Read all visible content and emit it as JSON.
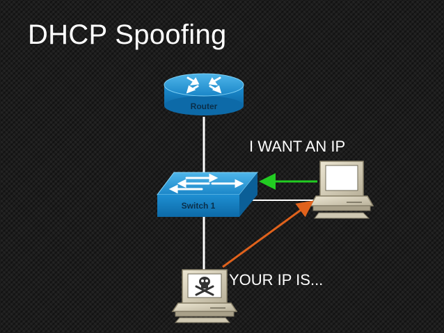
{
  "slide": {
    "title": "DHCP Spoofing"
  },
  "devices": {
    "router_label": "Router",
    "switch_label": "Switch 1"
  },
  "messages": {
    "request": "I WANT AN IP",
    "reply": "YOUR IP IS..."
  },
  "colors": {
    "device_blue": "#1f8fd0",
    "request_arrow": "#22cc22",
    "reply_arrow": "#e0621c",
    "link": "#ffffff"
  },
  "icons": {
    "router": "router-icon",
    "switch": "switch-icon",
    "client": "desktop-computer-icon",
    "attacker": "skull-computer-icon"
  }
}
